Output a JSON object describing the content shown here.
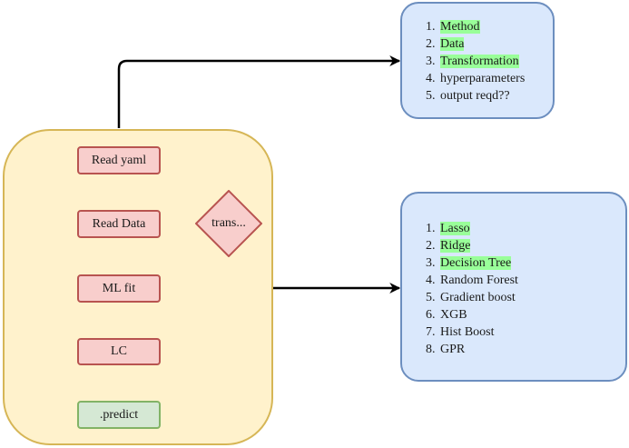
{
  "pipeline": {
    "steps": [
      {
        "id": "read-yaml",
        "label": "Read yaml",
        "fill": "#f8cecc",
        "stroke": "#b85450"
      },
      {
        "id": "read-data",
        "label": "Read Data",
        "fill": "#f8cecc",
        "stroke": "#b85450"
      },
      {
        "id": "ml-fit",
        "label": "ML fit",
        "fill": "#f8cecc",
        "stroke": "#b85450"
      },
      {
        "id": "lc",
        "label": "LC",
        "fill": "#f8cecc",
        "stroke": "#b85450"
      },
      {
        "id": "predict",
        "label": ".predict",
        "fill": "#d5e8d4",
        "stroke": "#82b366"
      }
    ],
    "transform_label": "trans...",
    "container_fill": "#fff2cc",
    "container_stroke": "#d6b656"
  },
  "config_list": {
    "fill": "#dae8fc",
    "stroke": "#6c8ebf",
    "items": [
      {
        "num": "1.",
        "text": "Method",
        "highlight": true
      },
      {
        "num": "2.",
        "text": "Data",
        "highlight": true
      },
      {
        "num": "3.",
        "text": "Transformation",
        "highlight": true
      },
      {
        "num": "4.",
        "text": "hyperparameters",
        "highlight": false
      },
      {
        "num": "5.",
        "text": "output reqd??",
        "highlight": false
      }
    ]
  },
  "models_list": {
    "fill": "#dae8fc",
    "stroke": "#6c8ebf",
    "items": [
      {
        "num": "1.",
        "text": "Lasso",
        "highlight": true
      },
      {
        "num": "2.",
        "text": "Ridge",
        "highlight": true
      },
      {
        "num": "3.",
        "text": "Decision Tree",
        "highlight": true
      },
      {
        "num": "4.",
        "text": "Random Forest",
        "highlight": false
      },
      {
        "num": "5.",
        "text": "Gradient boost",
        "highlight": false
      },
      {
        "num": "6.",
        "text": "XGB",
        "highlight": false
      },
      {
        "num": "7.",
        "text": "Hist Boost",
        "highlight": false
      },
      {
        "num": "8.",
        "text": "GPR",
        "highlight": false
      }
    ]
  },
  "colors": {
    "highlight": "#99ff99",
    "edge": "#333333",
    "edge_long": "#000000"
  }
}
